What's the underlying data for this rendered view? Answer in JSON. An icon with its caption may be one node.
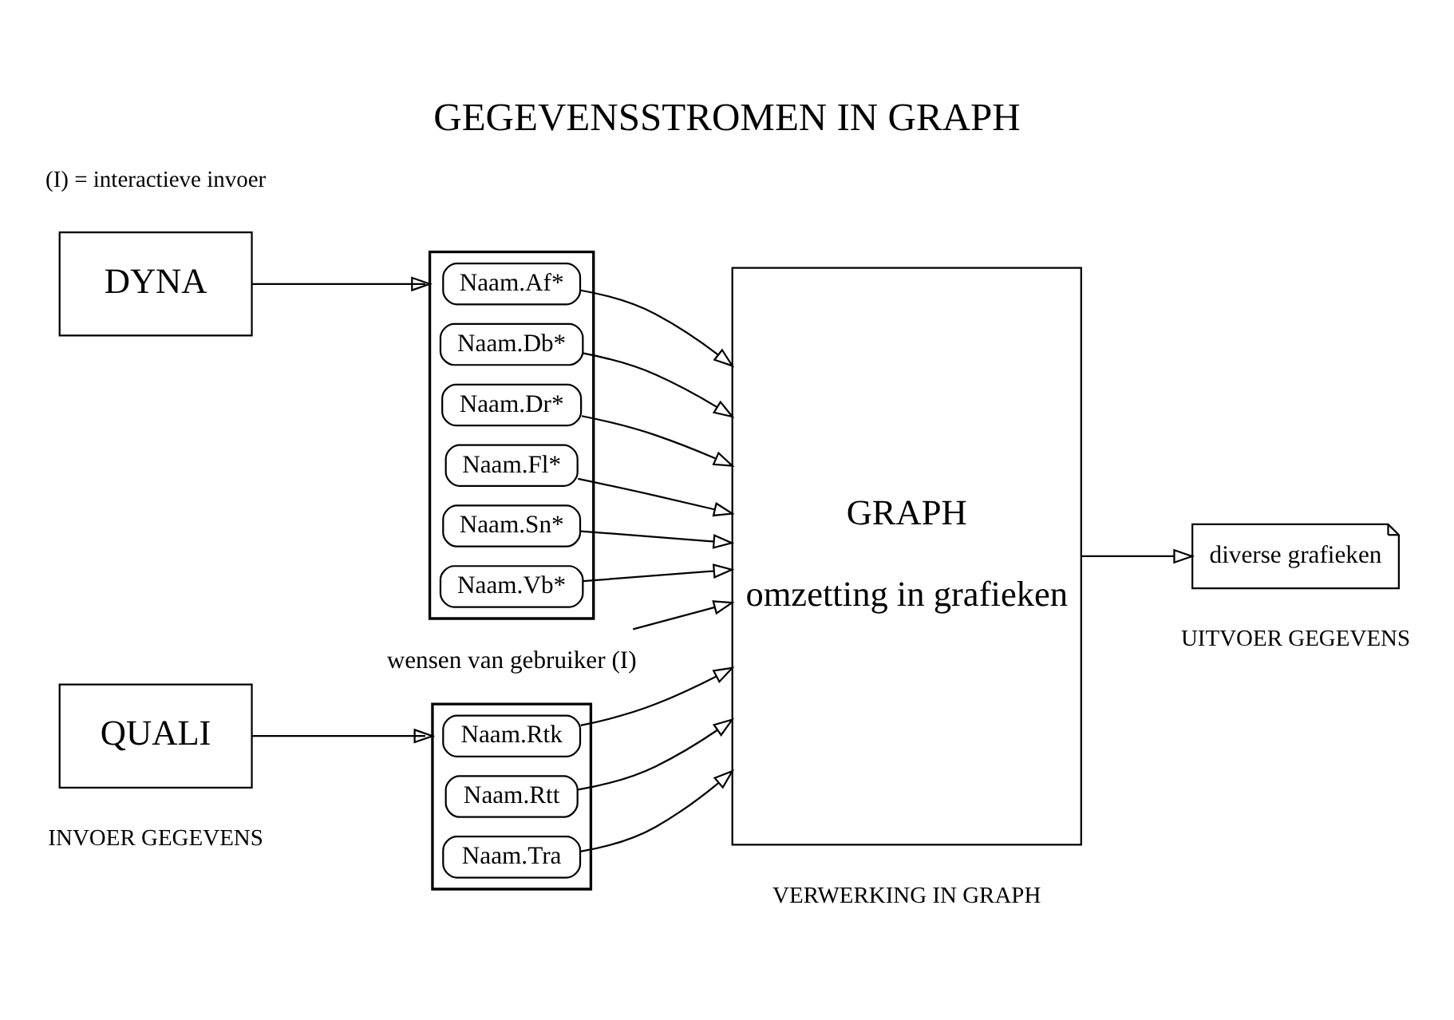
{
  "diagram": {
    "title": "GEGEVENSSTROMEN IN GRAPH",
    "nodes": [
      {
        "text": [
          "DYNA"
        ]
      },
      {
        "text": [],
        "shape": "bracket"
      },
      {
        "text": [
          "Naam.Af*"
        ],
        "in": 1
      },
      {
        "text": [
          "Naam.Db*"
        ],
        "in": 1
      },
      {
        "text": [
          "Naam.Dr*"
        ],
        "in": 1
      },
      {
        "text": [
          "Naam.Fl*"
        ],
        "in": 1
      },
      {
        "text": [
          "Naam.Sn*"
        ],
        "in": 1
      },
      {
        "text": [
          "Naam.Vb*"
        ],
        "in": 1
      },
      {
        "text": [
          "GRAPH",
          "omzetting in grafieken"
        ]
      },
      {
        "text": [
          "wensen van gebruiker (I)"
        ]
      },
      {
        "text": [
          "QUALI"
        ]
      },
      {
        "text": [],
        "shape": "bracket"
      },
      {
        "text": [
          "Naam.Rtk"
        ],
        "in": 11
      },
      {
        "text": [
          "Naam.Rtt"
        ],
        "in": 11
      },
      {
        "text": [
          "Naam.Tra"
        ],
        "in": 11
      },
      {
        "text": [
          "diverse grafieken"
        ]
      }
    ],
    "edges": [
      {
        "from": 0,
        "to": 1,
        "arrow": "to"
      },
      {
        "from": 2,
        "to": 8,
        "arrow": "to"
      },
      {
        "from": 3,
        "to": 8,
        "arrow": "to"
      },
      {
        "from": 4,
        "to": 8,
        "arrow": "to"
      },
      {
        "from": 5,
        "to": 8,
        "arrow": "to"
      },
      {
        "from": 6,
        "to": 8,
        "arrow": "to"
      },
      {
        "from": 7,
        "to": 8,
        "arrow": "to"
      },
      {
        "from": 9,
        "to": 8,
        "arrow": "to"
      },
      {
        "from": 10,
        "to": 11,
        "arrow": "to"
      },
      {
        "from": 12,
        "to": 8,
        "arrow": "to"
      },
      {
        "from": 13,
        "to": 8,
        "arrow": "to"
      },
      {
        "from": 14,
        "to": 8,
        "arrow": "to"
      },
      {
        "from": 8,
        "to": 15,
        "arrow": "to"
      }
    ],
    "labels": [
      "INVOER GEGEVENS",
      "VERWERKING IN GRAPH",
      "UITVOER GEGEVENS",
      "(I) = interactieve invoer"
    ]
  }
}
